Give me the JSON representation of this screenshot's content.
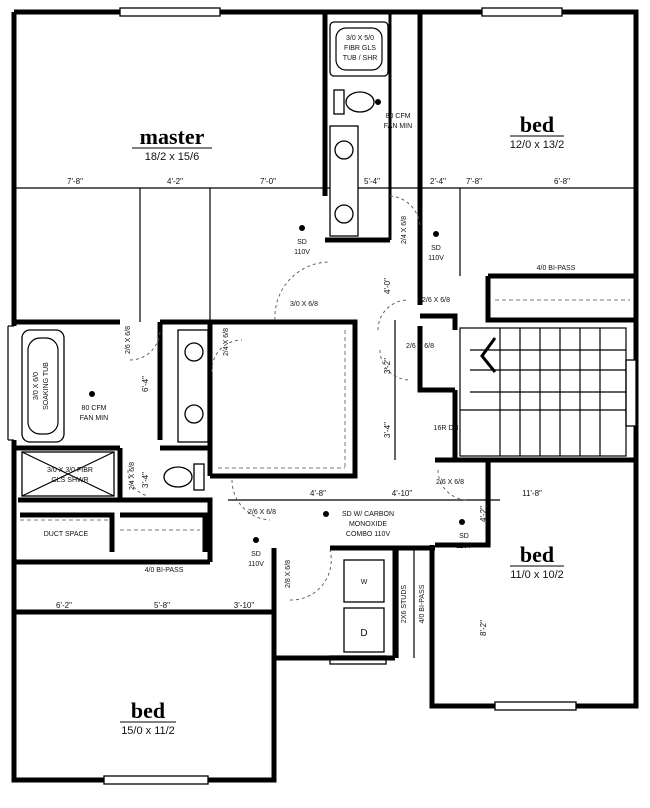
{
  "rooms": {
    "master": {
      "name": "master",
      "size": "18/2 x 15/6"
    },
    "bed_ne": {
      "name": "bed",
      "size": "12/0 x 13/2"
    },
    "bed_e": {
      "name": "bed",
      "size": "11/0 x 10/2"
    },
    "bed_sw": {
      "name": "bed",
      "size": "15/0 x 11/2"
    }
  },
  "dims": {
    "top_row": [
      "7'-8\"",
      "4'-2\"",
      "7'-0\"",
      "5'-4\"",
      "2'-4\"",
      "7'-8\"",
      "6'-8\""
    ],
    "mid_row": [
      "4'-8\"",
      "4'-10\"",
      "11'-8\""
    ],
    "bottom_row": [
      "6'-2\"",
      "5'-8\"",
      "3'-10\""
    ],
    "vertical": [
      "6'-4\"",
      "3'-4\"",
      "4'-0\"",
      "3'-2\"",
      "3'-4\"",
      "4'-2\"",
      "8'-2\""
    ]
  },
  "labels": {
    "tub_shower": [
      "3/0 X 5/0",
      "FIBR GLS",
      "TUB / SHR"
    ],
    "fan_top": [
      "80 CFM",
      "FAN MIN"
    ],
    "fan_left": [
      "80 CFM",
      "FAN MIN"
    ],
    "soaking_tub": [
      "3/0 X 6/0",
      "SOAKING TUB"
    ],
    "fibr_shower": [
      "3/0 X 3/0 FIBR",
      "GLS SHWR"
    ],
    "duct_space": "DUCT SPACE",
    "bipass_upper": "4/0 BI-PASS",
    "bipass_lower": "4/0 BI-PASS",
    "bipass_vertical": "4/0 BI-PASS",
    "sd_center": [
      "SD",
      "110V"
    ],
    "sd_right": [
      "SD",
      "110V"
    ],
    "sd_lower_right": [
      "SD",
      "110V"
    ],
    "sd_lower_left": [
      "SD",
      "110V"
    ],
    "sd_co": [
      "SD W/ CARBON",
      "MONOXIDE",
      "COMBO 110V"
    ],
    "stairs": "16R DN",
    "studs": "2X6 STUDS",
    "washer": "W",
    "dryer": "D",
    "door_30x68": "3/0 X 6/8",
    "door_26x68_a": "2/6 X 6/8",
    "door_26x68_b": "2/6 X 6/8",
    "door_26x68_c": "2/6 X 6/8",
    "door_26x68_d": "2/6 X 6/8",
    "door_24x68_a": "2/4 X 6/8",
    "door_24x68_b": "2/4 X 6/8",
    "door_28x68": "2/8 X 6/8",
    "door_24x68_c": "2/4 X 6/8",
    "door_26x68_e": "2/6 X 6/8"
  }
}
